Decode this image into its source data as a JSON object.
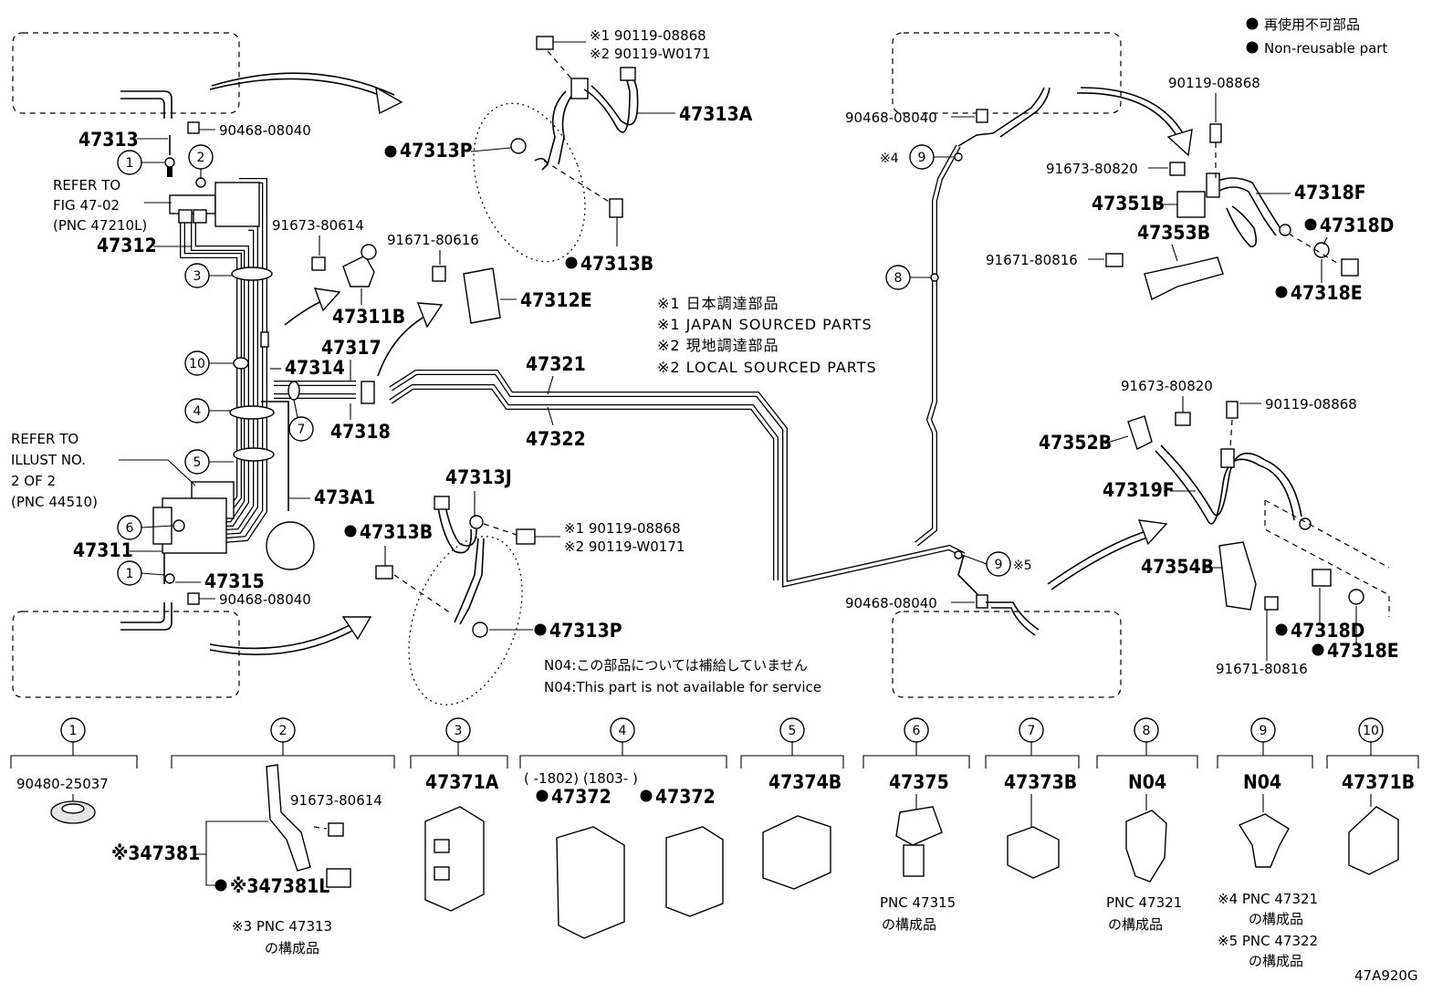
{
  "legend": {
    "jp": "再使用不可部品",
    "en": "Non-reusable part"
  },
  "notes": {
    "n1_jp": "※1 日本調達部品",
    "n1_en": "※1 JAPAN SOURCED PARTS",
    "n2_jp": "※2 現地調達部品",
    "n2_en": "※2 LOCAL SOURCED PARTS",
    "n04_jp": "N04:この部品については補給していません",
    "n04_en": "N04:This part is not available for service"
  },
  "refer": {
    "fig_line1": "REFER TO",
    "fig_line2": "FIG 47-02",
    "fig_line3": "(PNC 47210L)",
    "illust_line1": "REFER TO",
    "illust_line2": "ILLUST NO.",
    "illust_line3": "2 OF 2",
    "illust_line4": "(PNC 44510)"
  },
  "parts": {
    "p47313": "47313",
    "p47312": "47312",
    "p47311": "47311",
    "p47315": "47315",
    "p47314": "47314",
    "p47317": "47317",
    "p47318": "47318",
    "p473A1": "473A1",
    "p47311B": "47311B",
    "p47312E": "47312E",
    "p47313A": "47313A",
    "p47313P_top": "47313P",
    "p47313B_top": "47313B",
    "p47313J": "47313J",
    "p47313B_bot": "47313B",
    "p47313P_bot": "47313P",
    "p47321": "47321",
    "p47322": "47322",
    "p47351B": "47351B",
    "p47353B": "47353B",
    "p47318F": "47318F",
    "p47318D_top": "47318D",
    "p47318E_top": "47318E",
    "p47352B": "47352B",
    "p47319F": "47319F",
    "p47354B": "47354B",
    "p47318D_bot": "47318D",
    "p47318E_bot": "47318E",
    "b90468_a": "90468-08040",
    "b90468_b": "90468-08040",
    "b90468_c": "90468-08040",
    "b90468_d": "90468-08040",
    "b91673_80614": "91673-80614",
    "b91671_80616": "91671-80616",
    "b90119_top1": "※1 90119-08868",
    "b90119_top2": "※2 90119-W0171",
    "b90119_mid1": "※1 90119-08868",
    "b90119_mid2": "※2 90119-W0171",
    "b90119_r1": "90119-08868",
    "b91673_r1": "91673-80820",
    "b91671_r1": "91671-80816",
    "b91673_r2": "91673-80820",
    "b90119_r2": "90119-08868",
    "b91671_r2": "91671-80816"
  },
  "callouts": {
    "c1": "1",
    "c2": "2",
    "c3": "3",
    "c4": "4",
    "c5": "5",
    "c6": "6",
    "c7": "7",
    "c8": "8",
    "c9": "9",
    "c10": "10",
    "mark4": "※4",
    "mark5": "※5"
  },
  "table": [
    {
      "num": "1",
      "part": "90480-25037"
    },
    {
      "num": "2",
      "part_a": "91673-80614",
      "part_b": "※347381",
      "part_c": "※347381L",
      "caption_1": "※3 PNC 47313",
      "caption_2": "の構成品"
    },
    {
      "num": "3",
      "part": "47371A"
    },
    {
      "num": "4",
      "range": "(      -1802) (1803-        )",
      "part_a": "47372",
      "part_b": "47372"
    },
    {
      "num": "5",
      "part": "47374B"
    },
    {
      "num": "6",
      "part": "47375",
      "caption_1": "PNC 47315",
      "caption_2": "の構成品"
    },
    {
      "num": "7",
      "part": "47373B"
    },
    {
      "num": "8",
      "part": "N04",
      "caption_1": "PNC 47321",
      "caption_2": "の構成品"
    },
    {
      "num": "9",
      "part": "N04",
      "caption_1": "※4 PNC 47321",
      "caption_2": "の構成品",
      "caption_3": "※5 PNC 47322",
      "caption_4": "の構成品"
    },
    {
      "num": "10",
      "part": "47371B"
    }
  ],
  "figure_code": "47A920G"
}
